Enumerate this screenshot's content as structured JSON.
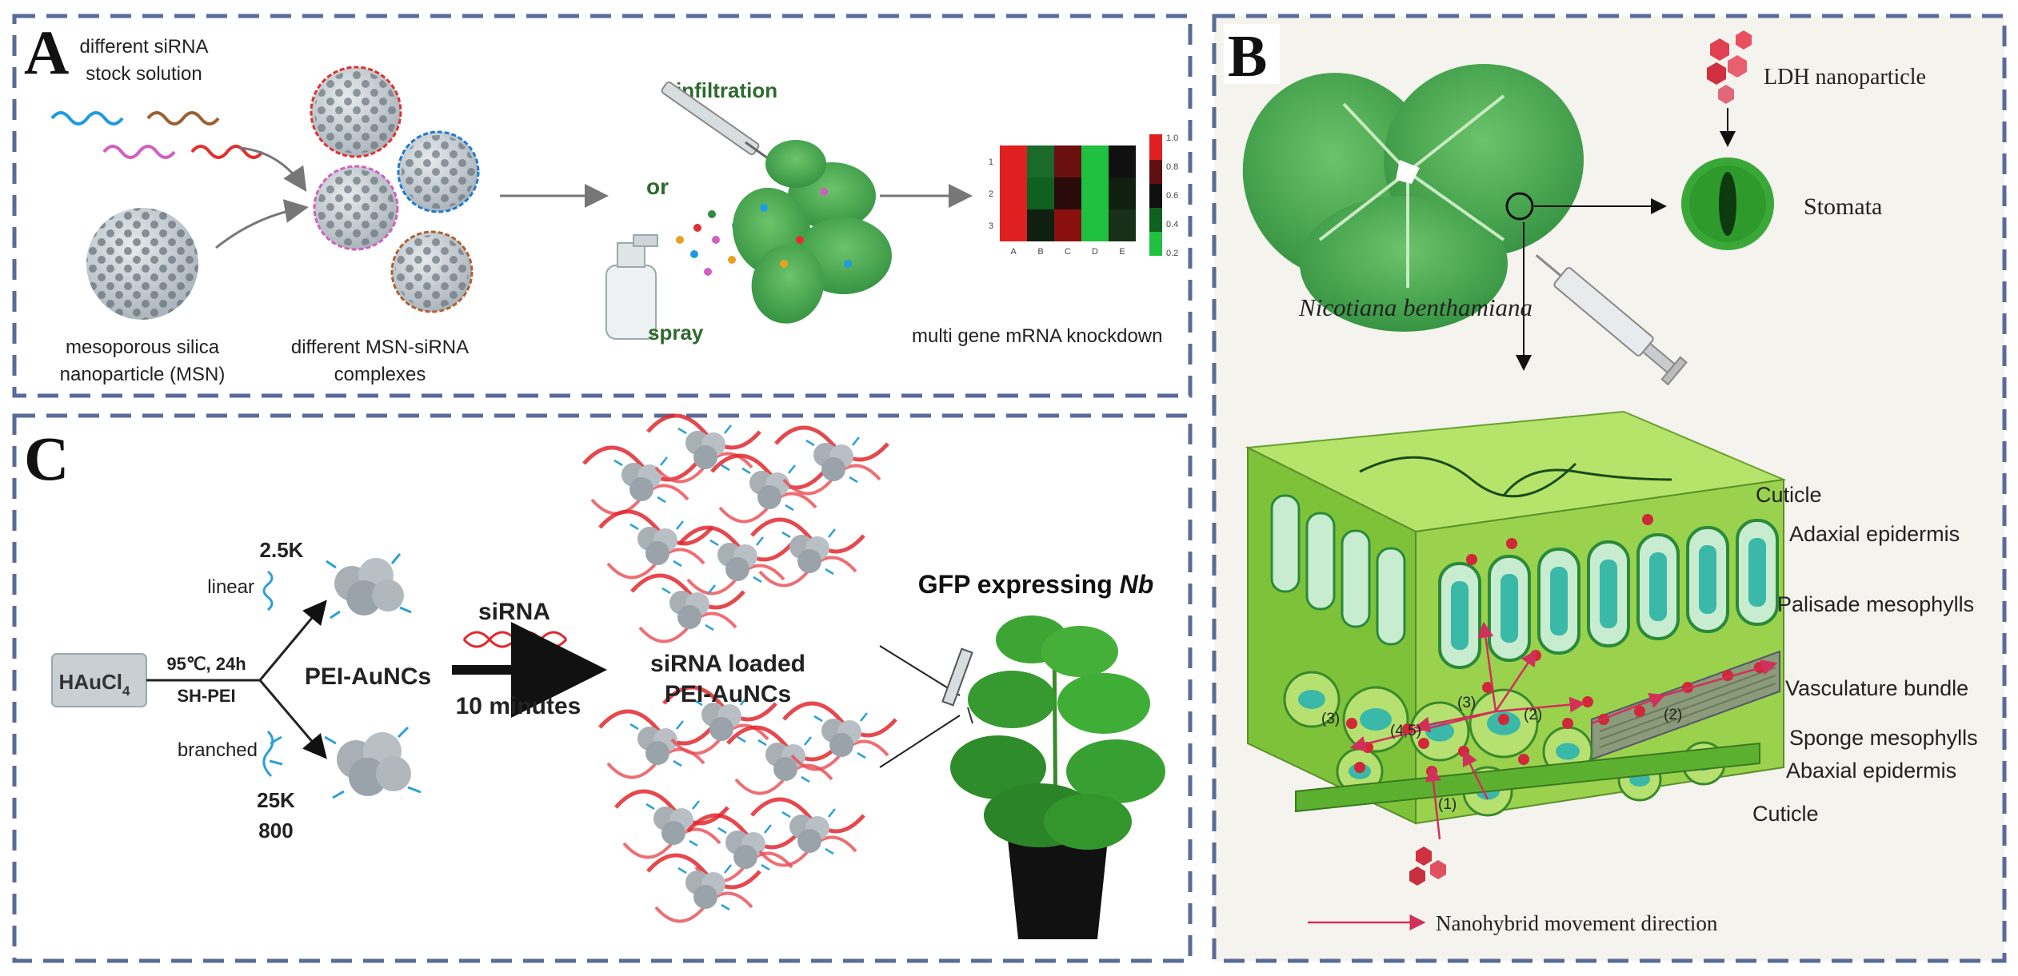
{
  "panels": {
    "A": {
      "letter": "A",
      "sirna_label_1": "different siRNA",
      "sirna_label_2": "stock solution",
      "msn_label_1": "mesoporous silica",
      "msn_label_2": "nanoparticle (MSN)",
      "complex_label_1": "different MSN-siRNA",
      "complex_label_2": "complexes",
      "infiltration": "infiltration",
      "or": "or",
      "spray": "spray",
      "knockdown": "multi gene mRNA knockdown",
      "heatmap": {
        "columns": [
          "A",
          "B",
          "C",
          "D",
          "E"
        ],
        "rows": [
          "1",
          "2",
          "3"
        ],
        "colorbar_ticks": [
          "1.0",
          "0.8",
          "0.6",
          "0.4",
          "0.2"
        ]
      }
    },
    "B": {
      "letter": "B",
      "ldh": "LDH nanoparticle",
      "stomata": "Stomata",
      "species": "Nicotiana benthamiana",
      "layers": [
        "Cuticle",
        "Adaxial epidermis",
        "Palisade mesophylls",
        "Vasculature bundle",
        "Sponge mesophylls",
        "Abaxial epidermis",
        "Cuticle"
      ],
      "pathway_marks": [
        "(1)",
        "(2)",
        "(2)",
        "(3)",
        "(3)",
        "(4,5)"
      ],
      "legend": "Nanohybrid movement direction"
    },
    "C": {
      "letter": "C",
      "precursor": "HAuCl",
      "precursor_sub": "4",
      "condition_1": "95℃, 24h",
      "condition_2": "SH-PEI",
      "linear_mw": "2.5K",
      "linear": "linear",
      "branched": "branched",
      "branched_mw_1": "25K",
      "branched_mw_2": "800",
      "pei_aunc": "PEI-AuNCs",
      "sirna": "siRNA",
      "time": "10 minutes",
      "loaded_1": "siRNA loaded",
      "loaded_2": "PEI-AuNCs",
      "gfp": "GFP expressing ",
      "gfp_em": "Nb"
    }
  },
  "colors": {
    "frame_dash": "#5a6a9a",
    "leaf_green": "#3c9e4a",
    "tissue_green": "#8fd14a",
    "sirna_red": "#e0282e",
    "nanoparticle_gray": "#9aa4ab",
    "heat_red": "#e02020",
    "heat_green": "#20c040",
    "arrow_pink": "#d0305a"
  }
}
